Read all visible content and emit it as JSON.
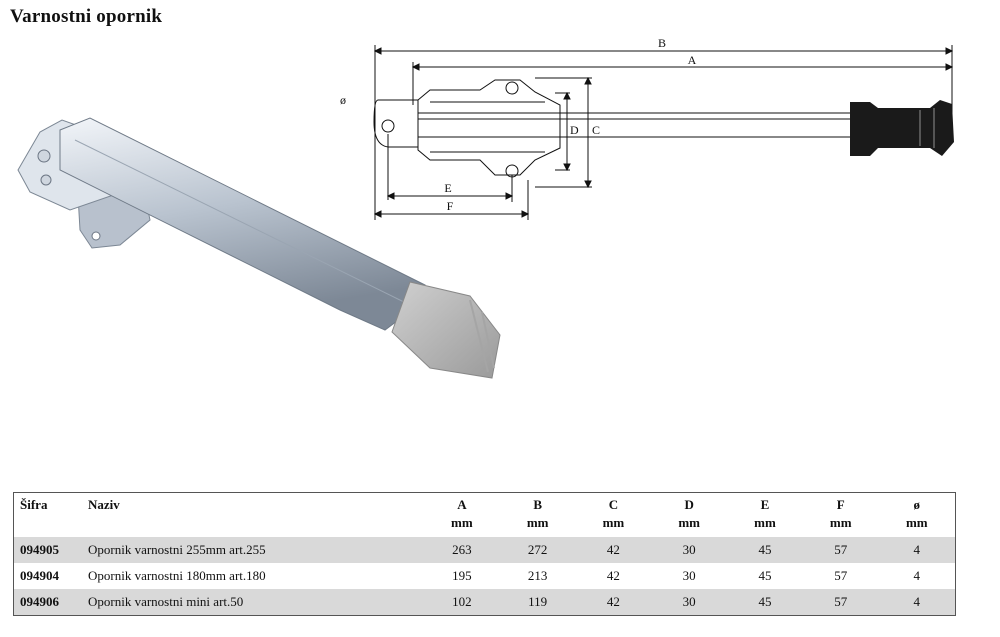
{
  "title": "Varnostni opornik",
  "diagram": {
    "labels": {
      "a": "A",
      "b": "B",
      "c": "C",
      "d": "D",
      "e": "E",
      "f": "F",
      "dia": "ø"
    }
  },
  "table": {
    "headers": [
      {
        "label": "Šifra",
        "unit": ""
      },
      {
        "label": "Naziv",
        "unit": ""
      },
      {
        "label": "A",
        "unit": "mm"
      },
      {
        "label": "B",
        "unit": "mm"
      },
      {
        "label": "C",
        "unit": "mm"
      },
      {
        "label": "D",
        "unit": "mm"
      },
      {
        "label": "E",
        "unit": "mm"
      },
      {
        "label": "F",
        "unit": "mm"
      },
      {
        "label": "ø",
        "unit": "mm"
      }
    ],
    "rows": [
      [
        "094905",
        "Opornik varnostni 255mm art.255",
        "263",
        "272",
        "42",
        "30",
        "45",
        "57",
        "4"
      ],
      [
        "094904",
        "Opornik varnostni 180mm art.180",
        "195",
        "213",
        "42",
        "30",
        "45",
        "57",
        "4"
      ],
      [
        "094906",
        "Opornik varnostni mini art.50",
        "102",
        "119",
        "42",
        "30",
        "45",
        "57",
        "4"
      ]
    ]
  },
  "colors": {
    "row_shade": "#d9d9d9",
    "metal": "#c4cdd8",
    "rubber_foot": "#b9b9b9",
    "drawing_foot": "#1a1a1a"
  }
}
